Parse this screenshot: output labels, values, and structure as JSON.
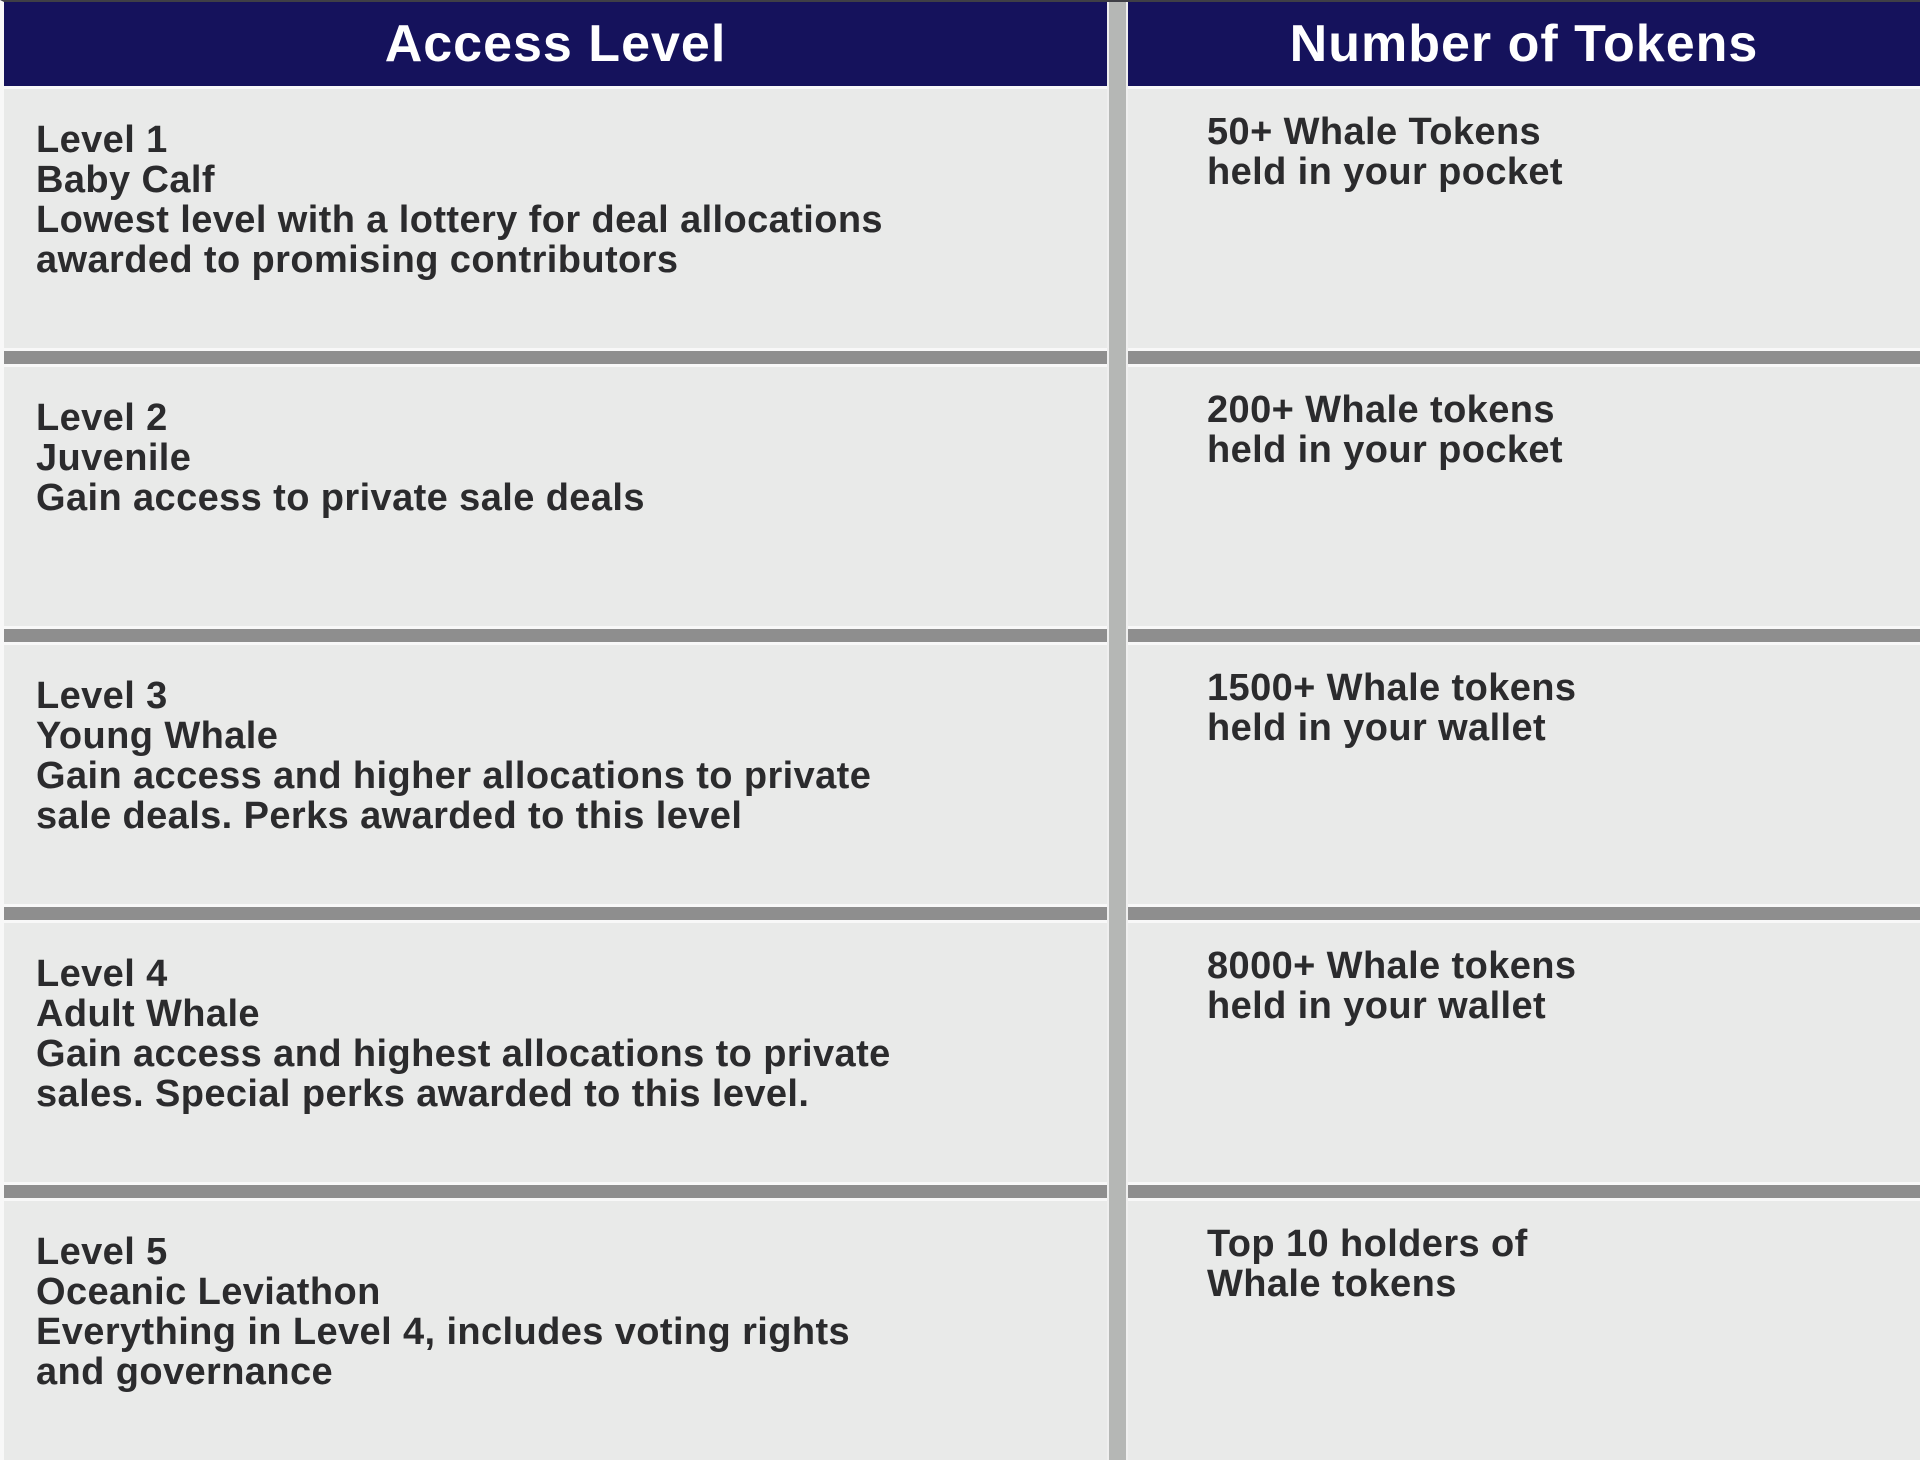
{
  "header": {
    "col1": "Access Level",
    "col2": "Number of Tokens"
  },
  "rows": [
    {
      "level": "Level 1",
      "tier": "Baby Calf",
      "description": "Lowest level with a lottery for deal allocations\nawarded to promising contributors",
      "tokens": "50+ Whale Tokens\nheld in your pocket"
    },
    {
      "level": "Level 2",
      "tier": "Juvenile",
      "description": "Gain access to private sale deals",
      "tokens": "200+ Whale tokens\nheld in your pocket"
    },
    {
      "level": "Level 3",
      "tier": "Young Whale",
      "description": "Gain access and higher allocations to private\nsale deals. Perks awarded to this level",
      "tokens": "1500+ Whale tokens\nheld in your wallet"
    },
    {
      "level": "Level 4",
      "tier": "Adult Whale",
      "description": "Gain access and highest allocations to private\nsales. Special perks awarded to this level.",
      "tokens": "8000+ Whale tokens\nheld in your wallet"
    },
    {
      "level": "Level 5",
      "tier": "Oceanic Leviathon",
      "description": "Everything in Level 4, includes voting rights\nand governance",
      "tokens": "Top 10 holders of\nWhale tokens"
    }
  ],
  "chart_data": {
    "type": "table",
    "columns": [
      "Access Level",
      "Number of Tokens"
    ],
    "rows": [
      [
        "Level 1 · Baby Calf · Lowest level with a lottery for deal allocations awarded to promising contributors",
        "50+ Whale Tokens held in your pocket"
      ],
      [
        "Level 2 · Juvenile · Gain access to private sale deals",
        "200+ Whale tokens held in your pocket"
      ],
      [
        "Level 3 · Young Whale · Gain access and higher allocations to private sale deals. Perks awarded to this level",
        "1500+ Whale tokens held in your wallet"
      ],
      [
        "Level 4 · Adult Whale · Gain access and highest allocations to private sales. Special perks awarded to this level.",
        "8000+ Whale tokens held in your wallet"
      ],
      [
        "Level 5 · Oceanic Leviathon · Everything in Level 4, includes voting rights and governance",
        "Top 10 holders of Whale tokens"
      ]
    ],
    "legend_position": "none",
    "grid": "row and column dividers"
  },
  "colors": {
    "navy": "#15125c",
    "cell-bg": "#e9eae9",
    "text-dark": "#2b2b2d",
    "header-text": "#ffffff",
    "h-divider": "#8e8e8e",
    "v-divider": "#b5b7b5",
    "white-line": "#f8f8f8",
    "top-border": "#3f3f46"
  }
}
